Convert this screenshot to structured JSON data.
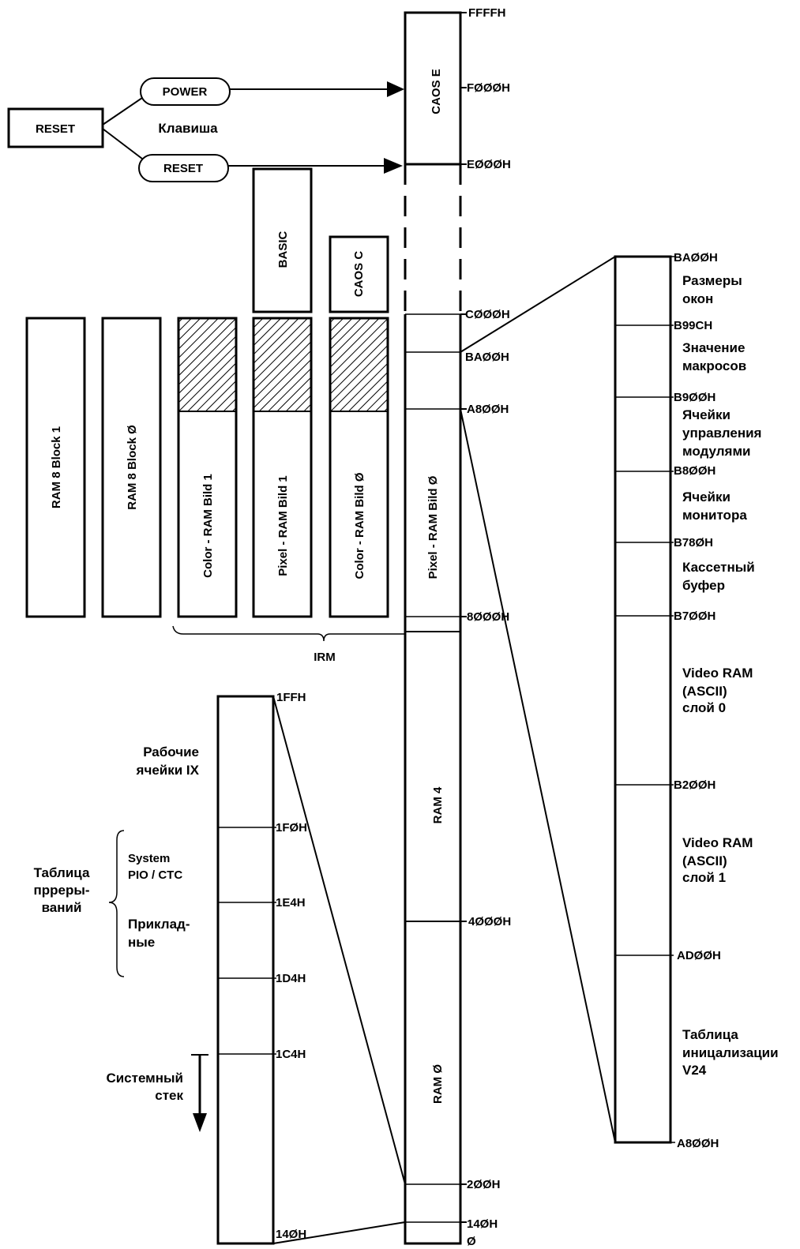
{
  "reset_box": "RESET",
  "power_pill": "POWER",
  "reset_pill": "RESET",
  "klavisha": "Клавиша",
  "basic": "BASIC",
  "caos_c": "CAOS C",
  "caos_e": "CAOS E",
  "columns": {
    "ram8_block1": "RAM 8     Block 1",
    "ram8_block0": "RAM 8     Block Ø",
    "color_bild1": "Color  -  RAM        Bild 1",
    "pixel_bild1": "Pixel  -  RAM        Bild 1",
    "color_bild0": "Color  -  RAM        Bild Ø",
    "pixel_bild0": "Pixel  -  RAM        Bild Ø"
  },
  "irm": "IRM",
  "ram4": "RAM  4",
  "ram0": "RAM  Ø",
  "main_addresses": [
    "FFFFH",
    "FØØØH",
    "EØØØH",
    "CØØØH",
    "BAØØH",
    "A8ØØH",
    "8ØØØH",
    "4ØØØH",
    "2ØØH",
    "14ØH",
    "Ø"
  ],
  "right_addresses": [
    "BAØØH",
    "B99CH",
    "B9ØØH",
    "B8ØØH",
    "B78ØH",
    "B7ØØH",
    "B2ØØH",
    "ADØØH",
    "A8ØØH"
  ],
  "right_labels": {
    "razmery": [
      "Размеры",
      "окон"
    ],
    "makros": [
      "Значение",
      "макросов"
    ],
    "moduli": [
      "Ячейки",
      "управления",
      "модулями"
    ],
    "monitor": [
      "Ячейки",
      "монитора"
    ],
    "kasseta": [
      "Кассетный",
      "буфер"
    ],
    "video0": [
      "Video RAM",
      "(ASCII)",
      "слой 0"
    ],
    "video1": [
      "Video RAM",
      "(ASCII)",
      "слой 1"
    ],
    "v24": [
      "Таблица",
      "иницализации",
      "V24"
    ]
  },
  "left_addresses": [
    "1FFH",
    "1FØH",
    "1E4H",
    "1D4H",
    "1C4H",
    "14ØH"
  ],
  "left_labels": {
    "ix": [
      "Рабочие",
      "ячейки IX"
    ],
    "system": [
      "System",
      "PIO / CTC"
    ],
    "prikladnye": [
      "Приклад-",
      "ные"
    ],
    "tablica": [
      "Таблица",
      "прреры-",
      "ваний"
    ],
    "stek": [
      "Системный",
      "стек"
    ]
  }
}
